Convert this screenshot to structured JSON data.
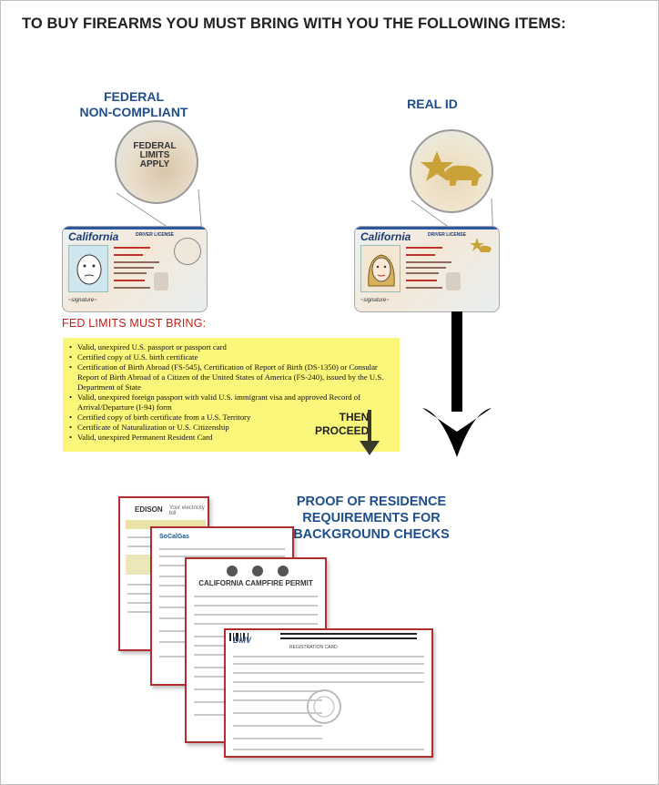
{
  "title": "TO BUY FIREARMS YOU MUST BRING WITH YOU THE FOLLOWING ITEMS:",
  "federal_heading": {
    "line1": "FEDERAL",
    "line2": "NON-COMPLIANT"
  },
  "realid_heading": "REAL ID",
  "federal_card": {
    "zoom_text": [
      "FEDERAL",
      "LIMITS",
      "APPLY"
    ],
    "state": "California",
    "label": "DRIVER LICENSE",
    "badge_text": "FEDERAL LIMITS APPLY"
  },
  "realid_card": {
    "state": "California",
    "label": "DRIVER LICENSE"
  },
  "fed_limits_label": "FED LIMITS MUST BRING:",
  "requirements": [
    "Valid, unexpired U.S. passport or passport card",
    "Certified copy of U.S. birth certificate",
    "Certification of Birth Abroad (FS-545), Certification of Report of Birth (DS-1350) or Consular Report of Birth Abroad of a Citizen of the United States of America (FS-240), issued by the U.S. Department of State",
    "Valid, unexpired foreign passport with valid U.S. immigrant visa and approved Record of Arrival/Departure (I-94) form",
    "Certified copy of birth certificate from a U.S. Territory",
    "Certificate of Naturalization or U.S. Citizenship",
    "Valid, unexpired Permanent Resident Card"
  ],
  "then_proceed": {
    "line1": "THEN",
    "line2": "PROCEED"
  },
  "proof_heading": {
    "line1": "PROOF OF RESIDENCE",
    "line2": "REQUIREMENTS FOR",
    "line3": "BACKGROUND CHECKS"
  },
  "documents": {
    "electric_bill": {
      "brand": "EDISON",
      "caption": "Your electricity bill"
    },
    "gas_bill": {
      "brand": "SoCalGas"
    },
    "permit": {
      "title": "CALIFORNIA CAMPFIRE PERMIT"
    },
    "registration": {
      "brand": "DMV",
      "title": "REGISTRATION CARD"
    }
  },
  "colors": {
    "heading_blue": "#1f4e8c",
    "warning_red": "#c0201a",
    "highlight_yellow": "#faf67a",
    "doc_border": "#b22d2d"
  }
}
